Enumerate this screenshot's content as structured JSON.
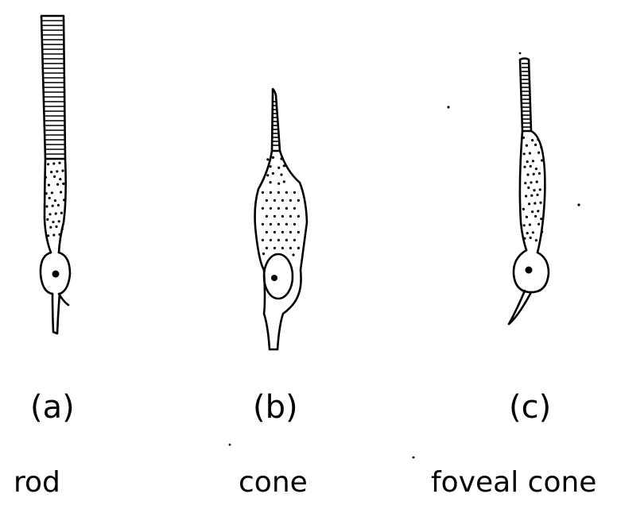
{
  "figure": {
    "cells": [
      {
        "letter": "(a)",
        "name": "rod"
      },
      {
        "letter": "(b)",
        "name": "cone"
      },
      {
        "letter": "(c)",
        "name": "foveal cone"
      }
    ]
  }
}
